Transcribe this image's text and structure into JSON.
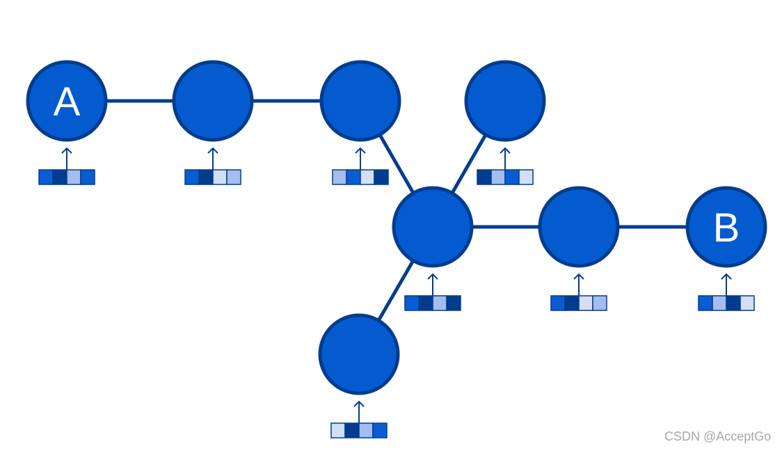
{
  "diagram": {
    "palette": [
      "#d2dff7",
      "#a3bdf0",
      "#0a5cd3",
      "#023c8e"
    ],
    "node_fill": "#045bd0",
    "node_stroke": "#023c8e",
    "edge_color": "#023c8e",
    "label_color": "#ffffff",
    "nodes": [
      {
        "label": "A",
        "vector": [
          2,
          3,
          1,
          2
        ]
      },
      {
        "vector": [
          2,
          3,
          0,
          1
        ]
      },
      {
        "vector": [
          1,
          2,
          0,
          3
        ]
      },
      {
        "vector": [
          3,
          1,
          2,
          0
        ]
      },
      {
        "vector": [
          2,
          3,
          1,
          3
        ]
      },
      {
        "vector": [
          2,
          3,
          0,
          1
        ]
      },
      {
        "label": "B",
        "vector": [
          2,
          1,
          3,
          0
        ]
      },
      {
        "vector": [
          0,
          3,
          1,
          2
        ]
      }
    ],
    "edges": [
      [
        0,
        1
      ],
      [
        1,
        2
      ],
      [
        2,
        4
      ],
      [
        3,
        4
      ],
      [
        4,
        5
      ],
      [
        5,
        6
      ],
      [
        4,
        7
      ]
    ]
  },
  "watermark": "CSDN @AcceptGo"
}
